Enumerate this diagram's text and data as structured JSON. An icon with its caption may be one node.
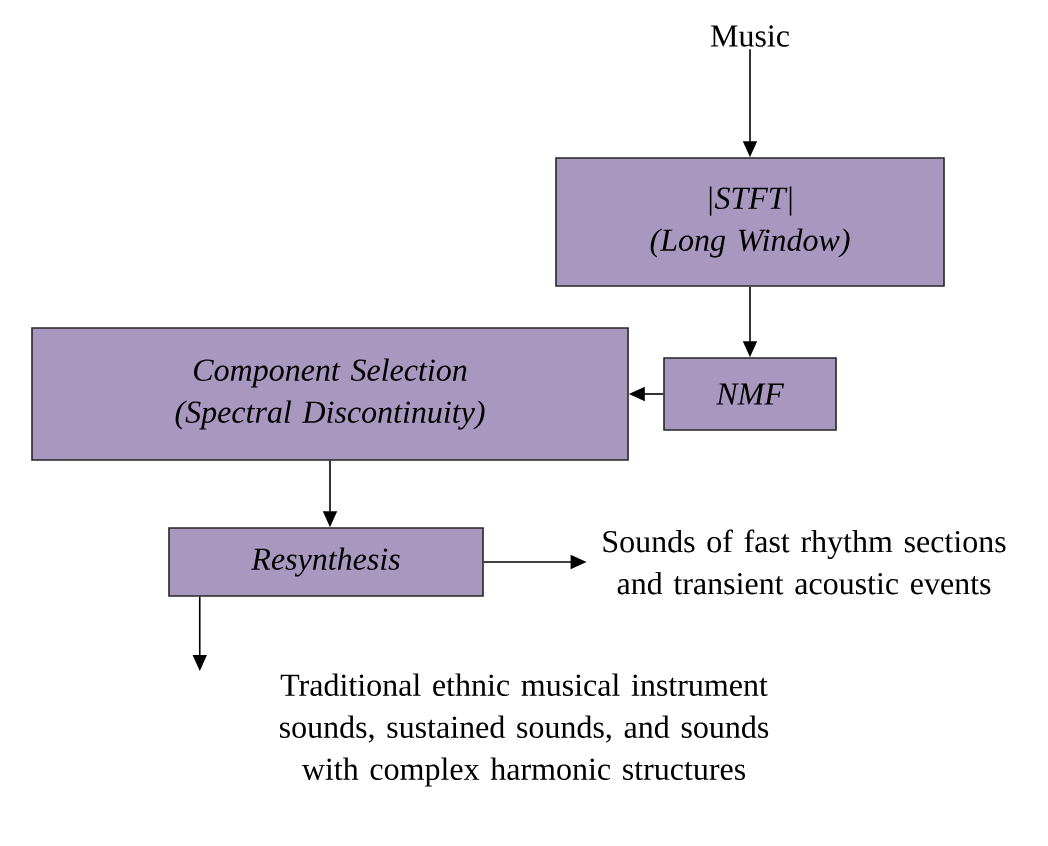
{
  "diagram": {
    "nodes": [
      {
        "text": [
          "Music"
        ]
      },
      {
        "text": [
          "|STFT|",
          "(Long Window)"
        ]
      },
      {
        "text": [
          "NMF"
        ]
      },
      {
        "text": [
          "Component Selection",
          "(Spectral Discontinuity)"
        ]
      },
      {
        "text": [
          "Resynthesis"
        ]
      },
      {
        "text": [
          "Sounds of fast rhythm sections and transient acoustic events"
        ]
      },
      {
        "text": [
          "Traditional ethnic musical instrument sounds, sustained sounds, and sounds with complex harmonic structures"
        ]
      }
    ],
    "edges": [
      {
        "from": 0,
        "to": 1,
        "arrow": "to"
      },
      {
        "from": 1,
        "to": 2,
        "arrow": "to"
      },
      {
        "from": 2,
        "to": 3,
        "arrow": "to"
      },
      {
        "from": 3,
        "to": 4,
        "arrow": "to"
      },
      {
        "from": 4,
        "to": 5,
        "arrow": "to"
      },
      {
        "from": 4,
        "to": 6,
        "arrow": "to"
      }
    ]
  }
}
